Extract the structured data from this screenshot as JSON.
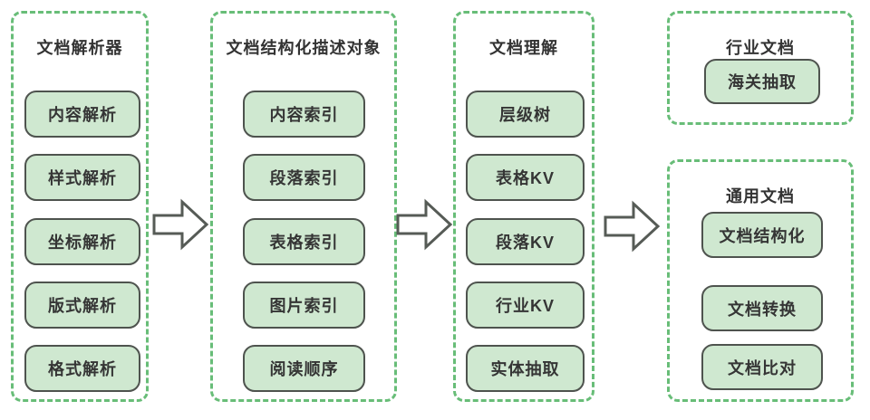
{
  "panels": [
    {
      "title": "文档解析器",
      "items": [
        "内容解析",
        "样式解析",
        "坐标解析",
        "版式解析",
        "格式解析"
      ]
    },
    {
      "title": "文档结构化描述对象",
      "items": [
        "内容索引",
        "段落索引",
        "表格索引",
        "图片索引",
        "阅读顺序"
      ]
    },
    {
      "title": "文档理解",
      "items": [
        "层级树",
        "表格KV",
        "段落KV",
        "行业KV",
        "实体抽取"
      ]
    },
    {
      "title": "行业文档",
      "items": [
        "海关抽取"
      ]
    },
    {
      "title": "通用文档",
      "items": [
        "文档结构化",
        "文档转换",
        "文档比对"
      ]
    }
  ],
  "arrows": {
    "direction": "right",
    "count": 3
  },
  "colors": {
    "panel_border": "#68bd78",
    "box_fill": "#cfe8d0",
    "box_border": "#4e534e",
    "text": "#333333",
    "arrow_stroke": "#565b56",
    "arrow_fill": "#ffffff",
    "background": "#ffffff"
  }
}
